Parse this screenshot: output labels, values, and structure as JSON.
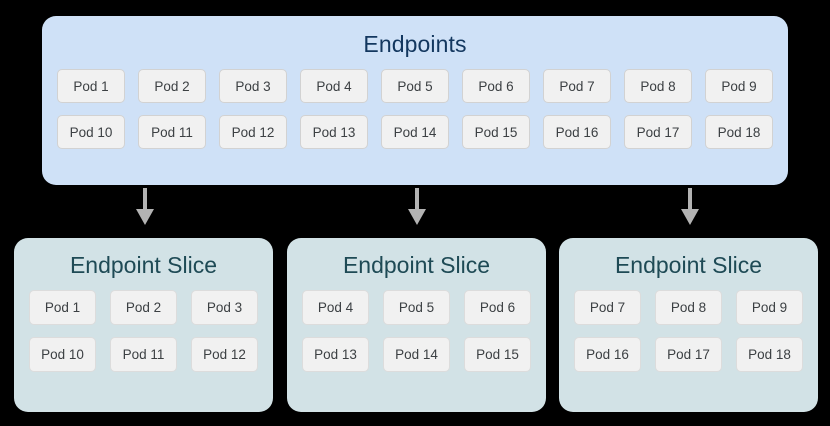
{
  "diagram": {
    "background_color": "#000000",
    "endpoints": {
      "title": "Endpoints",
      "panel_color": "#cfe1f7",
      "title_color": "#13375f",
      "rows": [
        [
          "Pod 1",
          "Pod 2",
          "Pod 3",
          "Pod 4",
          "Pod 5",
          "Pod 6",
          "Pod 7",
          "Pod 8",
          "Pod 9"
        ],
        [
          "Pod 10",
          "Pod 11",
          "Pod 12",
          "Pod 13",
          "Pod 14",
          "Pod 15",
          "Pod 16",
          "Pod 17",
          "Pod 18"
        ]
      ]
    },
    "arrows": {
      "color": "#b3b3b3",
      "count": 3,
      "direction": "down"
    },
    "slices": [
      {
        "title": "Endpoint Slice",
        "panel_color": "#d2e2e6",
        "title_color": "#1e4a55",
        "rows": [
          [
            "Pod 1",
            "Pod 2",
            "Pod 3"
          ],
          [
            "Pod 10",
            "Pod 11",
            "Pod 12"
          ]
        ]
      },
      {
        "title": "Endpoint Slice",
        "panel_color": "#d2e2e6",
        "title_color": "#1e4a55",
        "rows": [
          [
            "Pod 4",
            "Pod 5",
            "Pod 6"
          ],
          [
            "Pod 13",
            "Pod 14",
            "Pod 15"
          ]
        ]
      },
      {
        "title": "Endpoint Slice",
        "panel_color": "#d2e2e6",
        "title_color": "#1e4a55",
        "rows": [
          [
            "Pod 7",
            "Pod 8",
            "Pod 9"
          ],
          [
            "Pod 16",
            "Pod 17",
            "Pod 18"
          ]
        ]
      }
    ]
  }
}
